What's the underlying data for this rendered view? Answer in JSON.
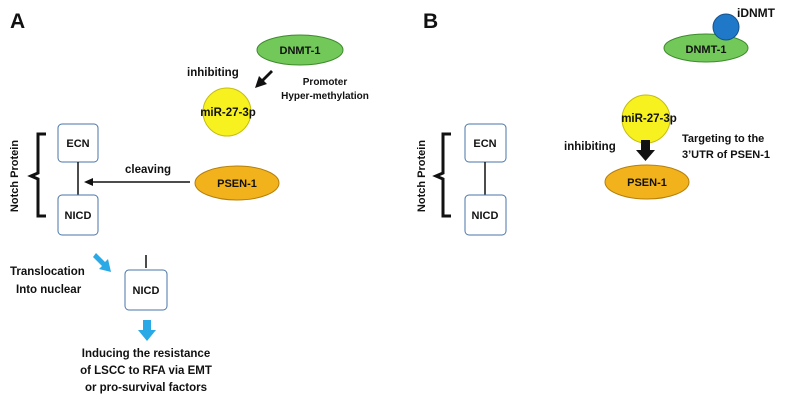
{
  "panel_a": {
    "letter": "A",
    "dnmt": "DNMT-1",
    "inhibiting": "inhibiting",
    "promoter_line1": "Promoter",
    "promoter_line2": "Hyper-methylation",
    "mir": "miR-27-3p",
    "notch_label": "Notch Protein",
    "ecn": "ECN",
    "nicd": "NICD",
    "cleaving": "cleaving",
    "psen": "PSEN-1",
    "translocation_line1": "Translocation",
    "translocation_line2": "Into nuclear",
    "nicd_nuclear": "NICD",
    "result_line1": "Inducing the resistance",
    "result_line2": "of LSCC to RFA via EMT",
    "result_line3": "or pro-survival factors"
  },
  "panel_b": {
    "letter": "B",
    "idnmt": "iDNMT",
    "dnmt": "DNMT-1",
    "mir": "miR-27-3p",
    "inhibiting": "inhibiting",
    "targeting_line1": "Targeting to the",
    "targeting_line2": "3’UTR of PSEN-1",
    "psen": "PSEN-1",
    "notch_label": "Notch Protein",
    "ecn": "ECN",
    "nicd": "NICD"
  },
  "colors": {
    "dnmt_fill": "#72c95a",
    "mir_fill": "#f7f21f",
    "psen_fill": "#f2b21c",
    "idnmt_fill": "#1f78c8",
    "box_stroke": "#4a76a8",
    "blue_arrow": "#29a9e6",
    "black_arrow": "#111111"
  }
}
